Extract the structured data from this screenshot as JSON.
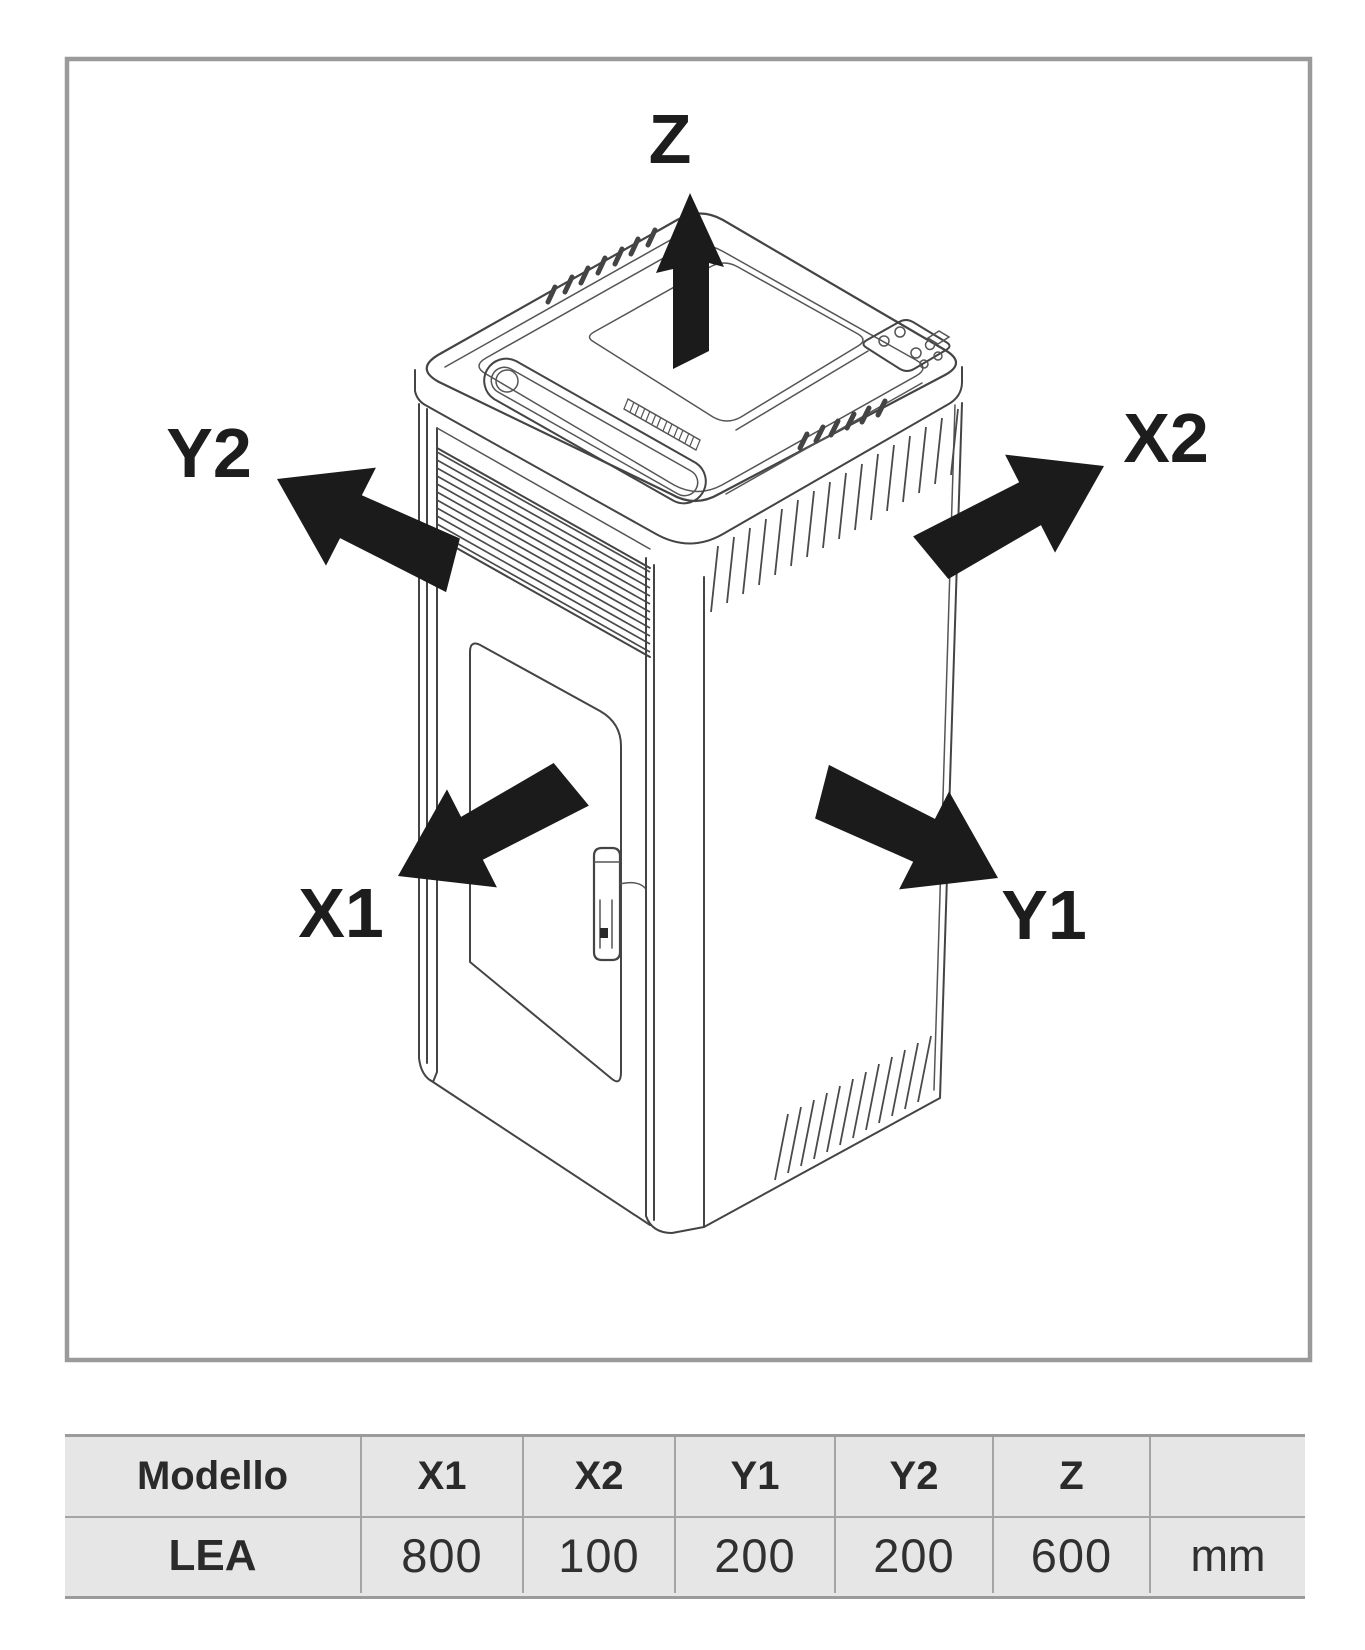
{
  "diagram": {
    "labels": {
      "z": "Z",
      "y2": "Y2",
      "x2": "X2",
      "x1": "X1",
      "y1": "Y1"
    }
  },
  "table": {
    "headers": [
      "Modello",
      "X1",
      "X2",
      "Y1",
      "Y2",
      "Z",
      ""
    ],
    "row": {
      "model": "LEA",
      "values": [
        "800",
        "100",
        "200",
        "200",
        "600"
      ],
      "unit": "mm"
    }
  },
  "colors": {
    "arrow": "#1b1b1b",
    "drawing_line": "#444444",
    "frame_border": "#9a9a9a",
    "table_background": "#e6e6e6",
    "table_grid": "#a5a5a5",
    "text": "#2a2a2a"
  }
}
